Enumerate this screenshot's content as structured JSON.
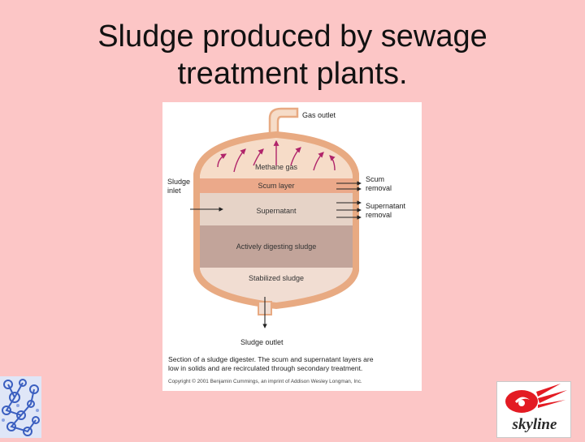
{
  "slide": {
    "title_line1": "Sludge produced by sewage",
    "title_line2": "treatment plants."
  },
  "diagram": {
    "labels": {
      "gas_outlet": "Gas outlet",
      "methane_gas": "Methane gas",
      "sludge_inlet_line1": "Sludge",
      "sludge_inlet_line2": "inlet",
      "scum_layer": "Scum layer",
      "scum_removal_line1": "Scum",
      "scum_removal_line2": "removal",
      "supernatant": "Supernatant",
      "supernatant_removal_line1": "Supernatant",
      "supernatant_removal_line2": "removal",
      "actively_digesting_sludge": "Actively digesting sludge",
      "stabilized_sludge": "Stabilized sludge",
      "sludge_outlet": "Sludge outlet"
    },
    "caption_line1": "Section of a sludge digester. The scum and supernatant layers are",
    "caption_line2": "low in solids and are recirculated through secondary treatment.",
    "credit": "Copyright © 2001 Benjamin Cummings, an imprint of Addison Wesley Longman, Inc.",
    "colors": {
      "tank_wall": "#e8aa82",
      "gas_space": "#f6dcc8",
      "scum_layer": "#eba98a",
      "supernatant": "#e6d3c7",
      "active_sludge": "#c2a49a",
      "stabilized_sludge": "#f1ddd2",
      "arrow_gas": "#b0246a"
    }
  },
  "logos": {
    "left": {
      "icon": "molecule-pattern-icon"
    },
    "right": {
      "text": "skyline",
      "icon": "skyline-sunburst-icon"
    }
  }
}
